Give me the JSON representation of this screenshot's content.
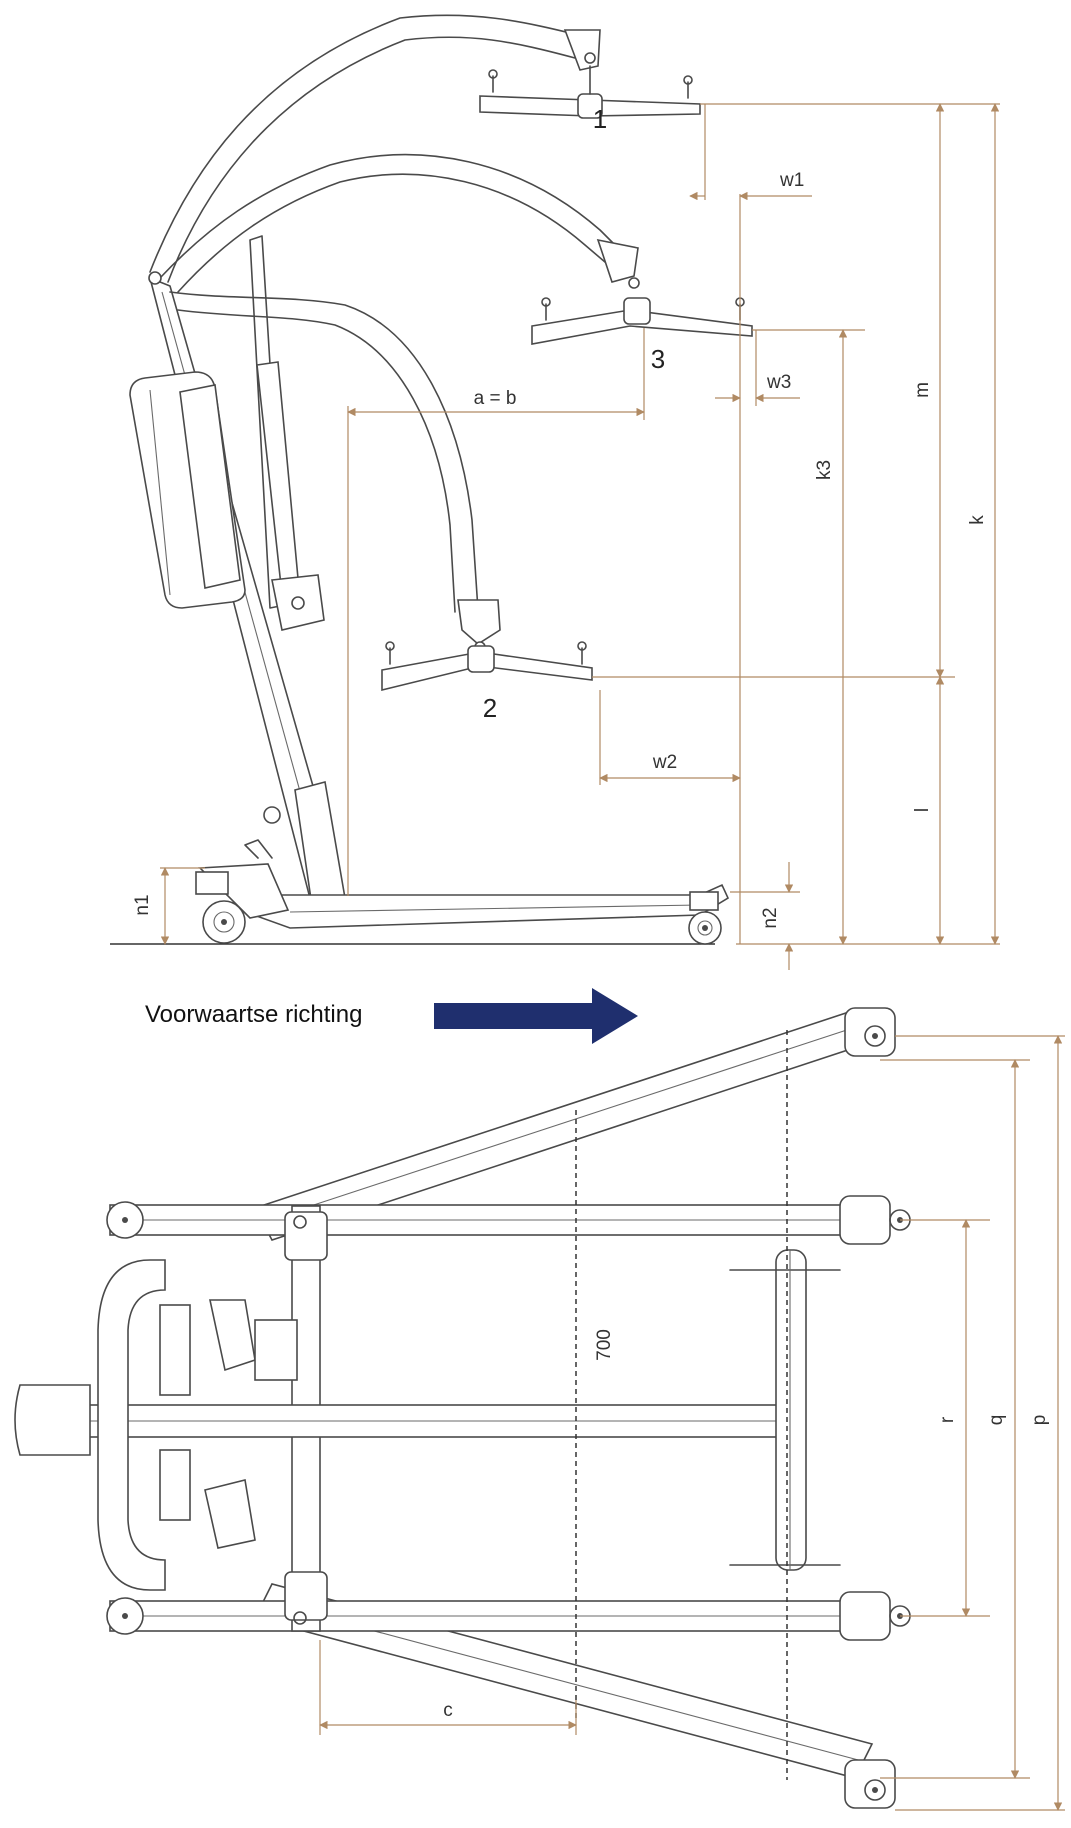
{
  "side_view": {
    "labels": {
      "pos1": "1",
      "pos2": "2",
      "pos3": "3",
      "w1": "w1",
      "w2": "w2",
      "w3": "w3",
      "ab": "a = b",
      "k": "k",
      "k3": "k3",
      "m": "m",
      "l": "l",
      "n1": "n1",
      "n2": "n2"
    }
  },
  "direction": {
    "text": "Voorwaartse richting",
    "arrow_color": "#1f2f6e"
  },
  "top_view": {
    "labels": {
      "width700": "700",
      "c": "c",
      "r": "r",
      "q": "q",
      "p": "p"
    }
  }
}
